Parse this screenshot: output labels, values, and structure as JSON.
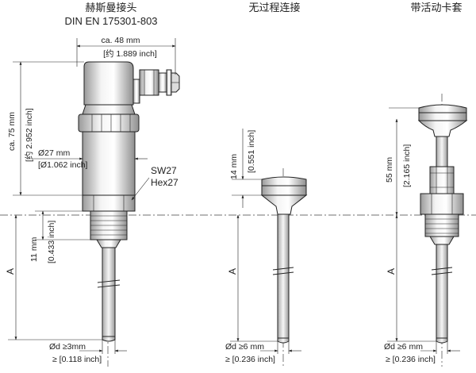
{
  "variants": [
    {
      "title_line1": "赫斯曼接头",
      "title_line2": "DIN EN 175301-803"
    },
    {
      "title_line1": "无过程连接",
      "title_line2": ""
    },
    {
      "title_line1": "带活动卡套",
      "title_line2": ""
    }
  ],
  "dimensions": {
    "width_mm": "ca. 48 mm",
    "width_inch": "[约 1.889 inch]",
    "height_mm": "ca. 75 mm",
    "height_inch": "[约 2.952 inch]",
    "dia_mm": "Ø27 mm",
    "dia_inch": "[Ø1.062 inch]",
    "wrench_sw": "SW27",
    "wrench_hex": "Hex27",
    "thread_mm": "11 mm",
    "thread_inch": "[0.433 inch]",
    "length_label": "A",
    "collar_mm": "14 mm",
    "collar_inch": "[0.551 inch]",
    "compression_mm": "55 mm",
    "compression_inch": "[2.165 inch]",
    "rod1_mm": "Ød ≥3mm",
    "rod1_inch": "≥ [0.118 inch]",
    "rod2_mm": "Ød ≥6 mm",
    "rod2_inch": "≥ [0.236 inch]",
    "rod3_mm": "Ød ≥6 mm",
    "rod3_inch": "≥ [0.236 inch]"
  },
  "colors": {
    "line": "#222222",
    "body_light": "#f2f2f2",
    "body_dark": "#8c8c8c"
  }
}
